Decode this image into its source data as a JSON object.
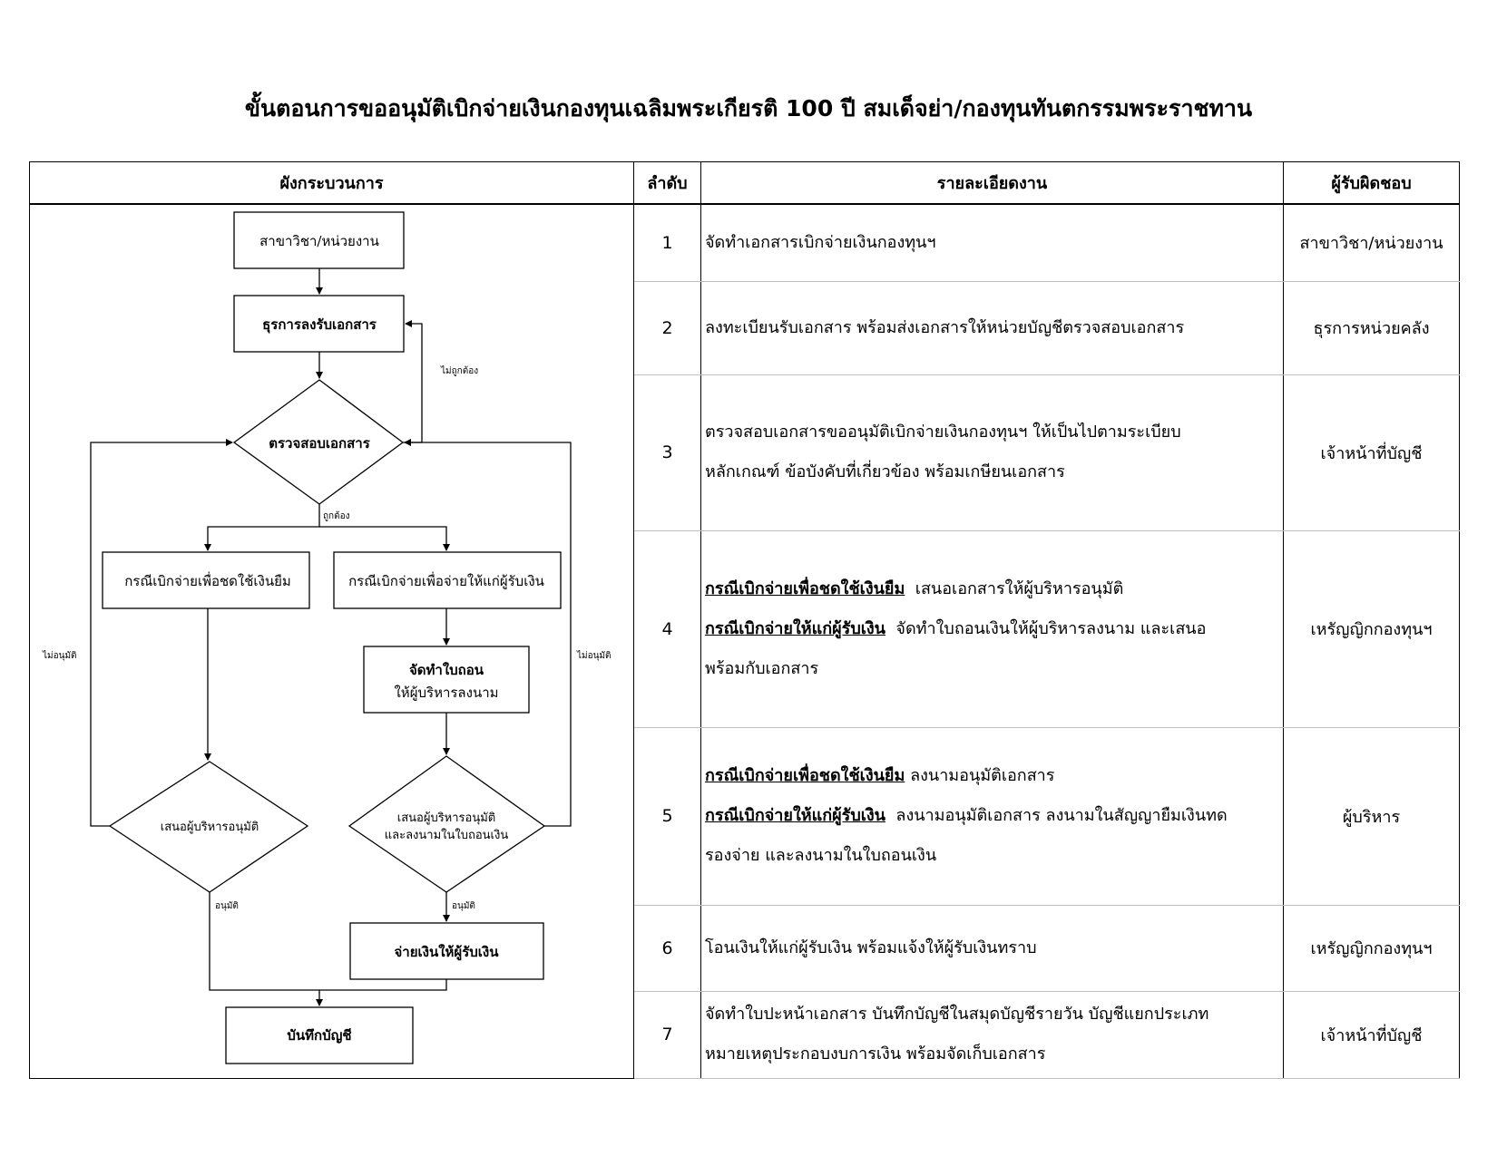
{
  "title": "ขั้นตอนการขออนุมัติเบิกจ่ายเงินกองทุนเฉลิมพระเกียรติ 100 ปี สมเด็จย่า/กองทุนทันตกรรมพระราชทาน",
  "headers": {
    "flow": "ผังกระบวนการ",
    "order": "ลำดับ",
    "detail": "รายละเอียดงาน",
    "responsible": "ผู้รับผิดชอบ"
  },
  "flowchart": {
    "start": "สาขาวิชา/หน่วยงาน",
    "register": "ธุรการลงรับเอกสาร",
    "check": "ตรวจสอบเอกสาร",
    "incorrect": "ไม่ถูกต้อง",
    "correct": "ถูกต้อง",
    "case_loan": "กรณีเบิกจ่ายเพื่อชดใช้เงินยืม",
    "case_pay": "กรณีเบิกจ่ายเพื่อจ่ายให้แก่ผู้รับเงิน",
    "prepare_line1": "จัดทำใบถอน",
    "prepare_line2": "ให้ผู้บริหารลงนาม",
    "propose_exec": "เสนอผู้บริหารอนุมัติ",
    "propose_sign_line1": "เสนอผู้บริหารอนุมัติ",
    "propose_sign_line2": "และลงนามในใบถอนเงิน",
    "not_approved_left": "ไม่อนุมัติ",
    "not_approved_right": "ไม่อนุมัติ",
    "approved_left": "อนุมัติ",
    "approved_right": "อนุมัติ",
    "pay": "จ่ายเงินให้ผู้รับเงิน",
    "record": "บันทึกบัญชี"
  },
  "rows": [
    {
      "no": "1",
      "detail": [
        {
          "u": "",
          "t": "จัดทำเอกสารเบิกจ่ายเงินกองทุนฯ"
        }
      ],
      "responsible": "สาขาวิชา/หน่วยงาน"
    },
    {
      "no": "2",
      "detail": [
        {
          "u": "",
          "t": "ลงทะเบียนรับเอกสาร พร้อมส่งเอกสารให้หน่วยบัญชีตรวจสอบเอกสาร"
        }
      ],
      "responsible": "ธุรการหน่วยคลัง"
    },
    {
      "no": "3",
      "detail": [
        {
          "u": "",
          "t": "ตรวจสอบเอกสารขออนุมัติเบิกจ่ายเงินกองทุนฯ ให้เป็นไปตามระเบียบ"
        },
        {
          "u": "",
          "t": "หลักเกณฑ์ ข้อบังคับที่เกี่ยวข้อง พร้อมเกษียนเอกสาร"
        }
      ],
      "responsible": "เจ้าหน้าที่บัญชี"
    },
    {
      "no": "4",
      "detail": [
        {
          "u": "กรณีเบิกจ่ายเพื่อชดใช้เงินยืม",
          "t": "  เสนอเอกสารให้ผู้บริหารอนุมัติ"
        },
        {
          "u": "กรณีเบิกจ่ายให้แก่ผู้รับเงิน",
          "t": "  จัดทำใบถอนเงินให้ผู้บริหารลงนาม และเสนอ"
        },
        {
          "u": "",
          "t": "พร้อมกับเอกสาร"
        }
      ],
      "responsible": "เหรัญญิกกองทุนฯ"
    },
    {
      "no": "5",
      "detail": [
        {
          "u": "กรณีเบิกจ่ายเพื่อชดใช้เงินยืม",
          "t": " ลงนามอนุมัติเอกสาร"
        },
        {
          "u": "กรณีเบิกจ่ายให้แก่ผู้รับเงิน",
          "t": "  ลงนามอนุมัติเอกสาร ลงนามในสัญญายืมเงินทด"
        },
        {
          "u": "",
          "t": "รองจ่าย และลงนามในใบถอนเงิน"
        }
      ],
      "responsible": "ผู้บริหาร"
    },
    {
      "no": "6",
      "detail": [
        {
          "u": "",
          "t": "โอนเงินให้แก่ผู้รับเงิน พร้อมแจ้งให้ผู้รับเงินทราบ"
        }
      ],
      "responsible": "เหรัญญิกกองทุนฯ"
    },
    {
      "no": "7",
      "detail": [
        {
          "u": "",
          "t": "จัดทำใบปะหน้าเอกสาร บันทึกบัญชีในสมุดบัญชีรายวัน บัญชีแยกประเภท"
        },
        {
          "u": "",
          "t": "หมายเหตุประกอบงบการเงิน พร้อมจัดเก็บเอกสาร"
        }
      ],
      "responsible": "เจ้าหน้าที่บัญชี"
    }
  ]
}
